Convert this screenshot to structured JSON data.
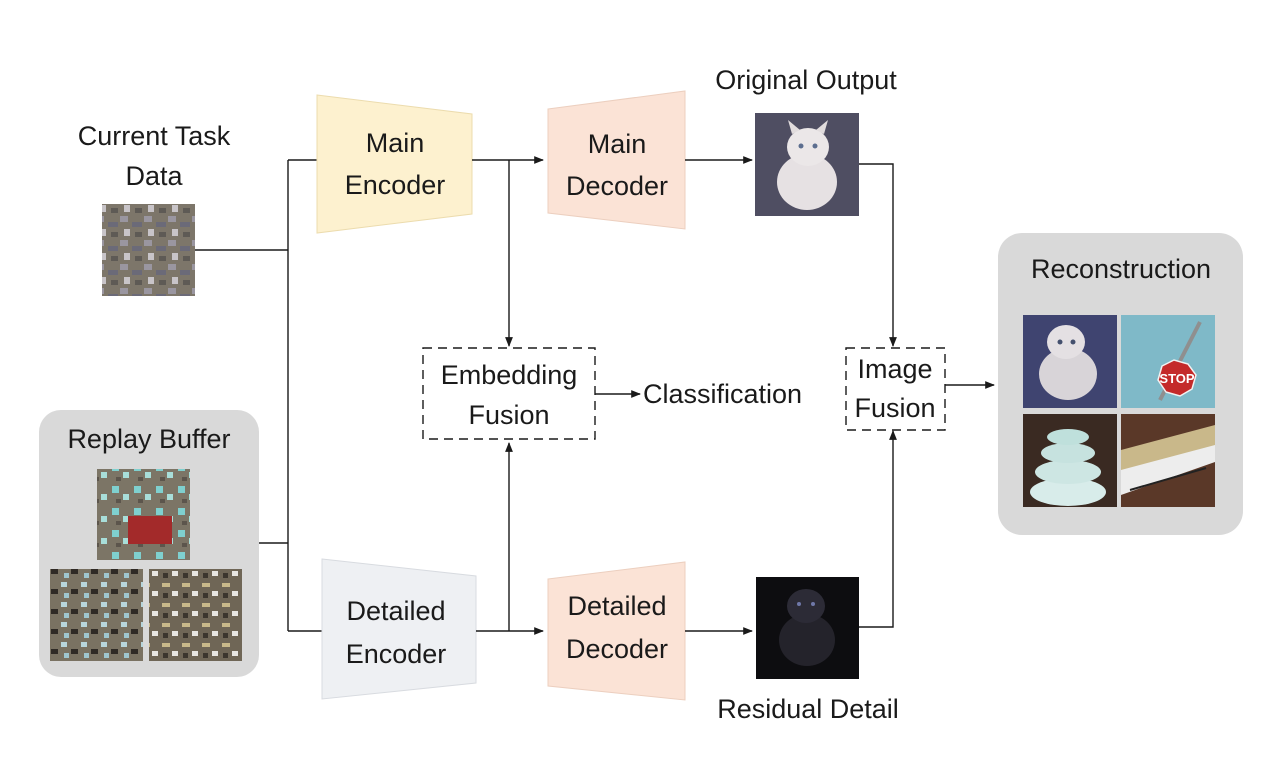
{
  "diagram": {
    "current_task_label_1": "Current Task",
    "current_task_label_2": "Data",
    "replay_buffer_label": "Replay Buffer",
    "main_encoder_label_1": "Main",
    "main_encoder_label_2": "Encoder",
    "main_decoder_label_1": "Main",
    "main_decoder_label_2": "Decoder",
    "detailed_encoder_label_1": "Detailed",
    "detailed_encoder_label_2": "Encoder",
    "detailed_decoder_label_1": "Detailed",
    "detailed_decoder_label_2": "Decoder",
    "original_output_label": "Original Output",
    "residual_detail_label": "Residual Detail",
    "embedding_fusion_label_1": "Embedding",
    "embedding_fusion_label_2": "Fusion",
    "classification_label": "Classification",
    "image_fusion_label_1": "Image",
    "image_fusion_label_2": "Fusion",
    "reconstruction_label": "Reconstruction",
    "stop_sign_text": "STOP"
  },
  "colors": {
    "main_encoder": "#fdf1cf",
    "decoder": "#fbe3d6",
    "detailed_encoder": "#eef0f3",
    "panel": "#d9d9d9"
  }
}
